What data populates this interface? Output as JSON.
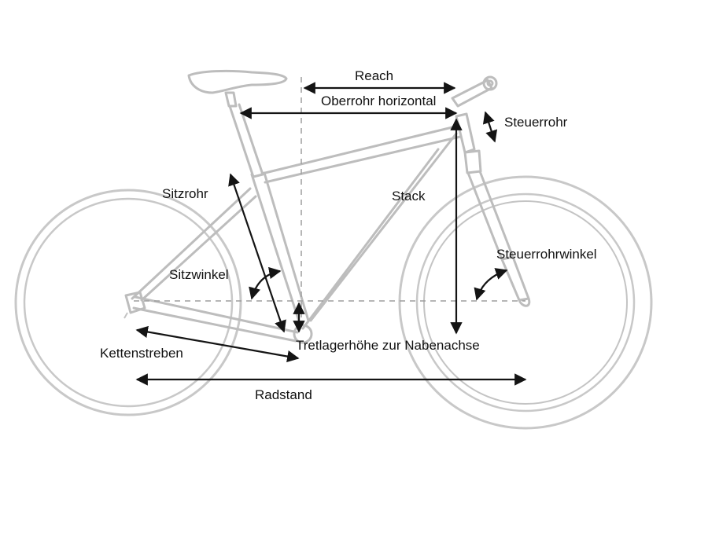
{
  "labels": {
    "reach": "Reach",
    "oberrohr_horizontal": "Oberrohr horizontal",
    "steuerrohr": "Steuerrohr",
    "sitzrohr": "Sitzrohr",
    "stack": "Stack",
    "steuerrohrwinkel": "Steuerrohrwinkel",
    "sitzwinkel": "Sitzwinkel",
    "tretlagerhoehe": "Tretlagerhöhe zur Nabenachse",
    "kettenstreben": "Kettenstreben",
    "radstand": "Radstand"
  },
  "colors": {
    "frame": "#bdbdbd",
    "measure": "#141414",
    "dashed": "#9e9e9e",
    "text": "#111111",
    "background": "#ffffff"
  }
}
